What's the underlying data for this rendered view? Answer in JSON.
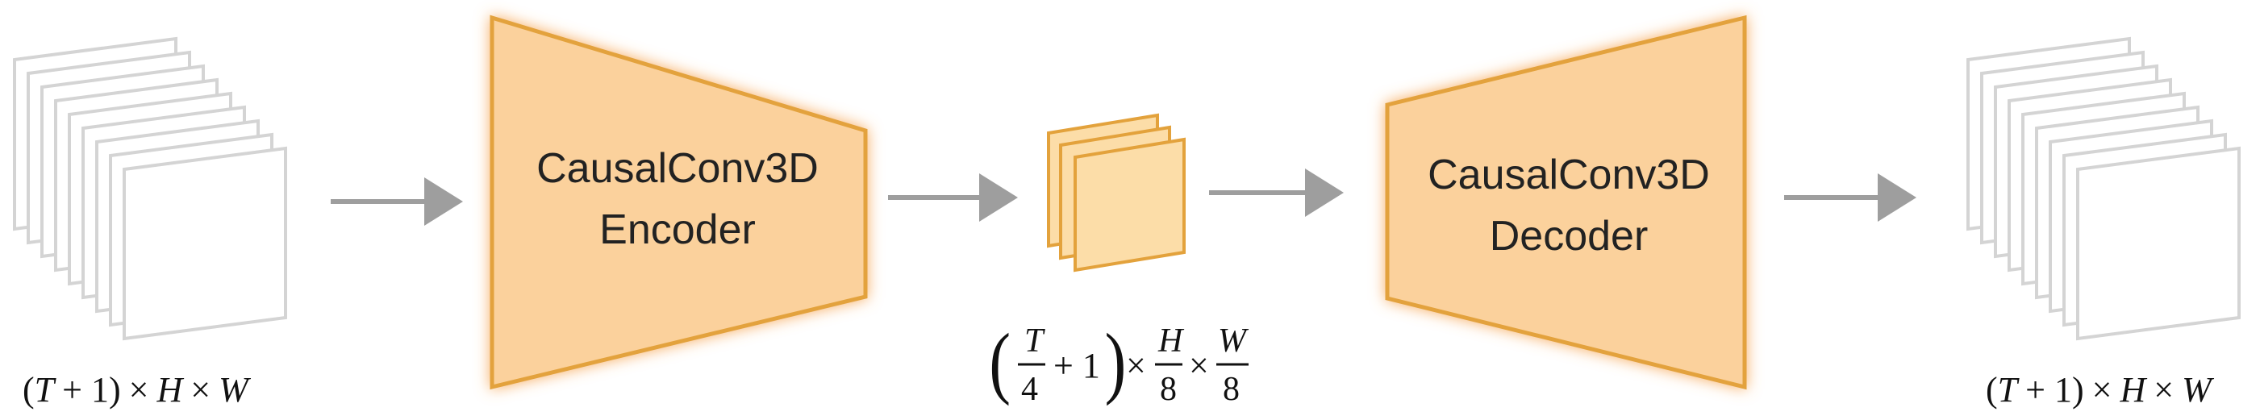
{
  "encoder": {
    "line1": "CausalConv3D",
    "line2": "Encoder"
  },
  "decoder": {
    "line1": "CausalConv3D",
    "line2": "Decoder"
  },
  "input_dims": {
    "T": "T",
    "plus_one": "+ 1",
    "H": "H",
    "W": "W",
    "times": "×"
  },
  "latent_dims": {
    "T": "T",
    "four": "4",
    "plus_one": "+ 1",
    "H": "H",
    "eight_h": "8",
    "W": "W",
    "eight_w": "8",
    "times": "×"
  },
  "output_dims": {
    "T": "T",
    "plus_one": "+ 1",
    "H": "H",
    "W": "W",
    "times": "×"
  },
  "colors": {
    "box_fill": "#FBD19C",
    "box_stroke": "#E3A23C",
    "box_glow": "#F7A95A",
    "latent_fill": "#FCDDA8",
    "latent_stroke": "#E3A23C",
    "frame_fill": "#FFFFFF",
    "frame_stroke": "#D4D4D4",
    "arrow": "#9E9E9E"
  },
  "icons": {
    "input_frames": "frame-stack-icon",
    "output_frames": "frame-stack-icon",
    "latent": "latent-stack-icon"
  }
}
